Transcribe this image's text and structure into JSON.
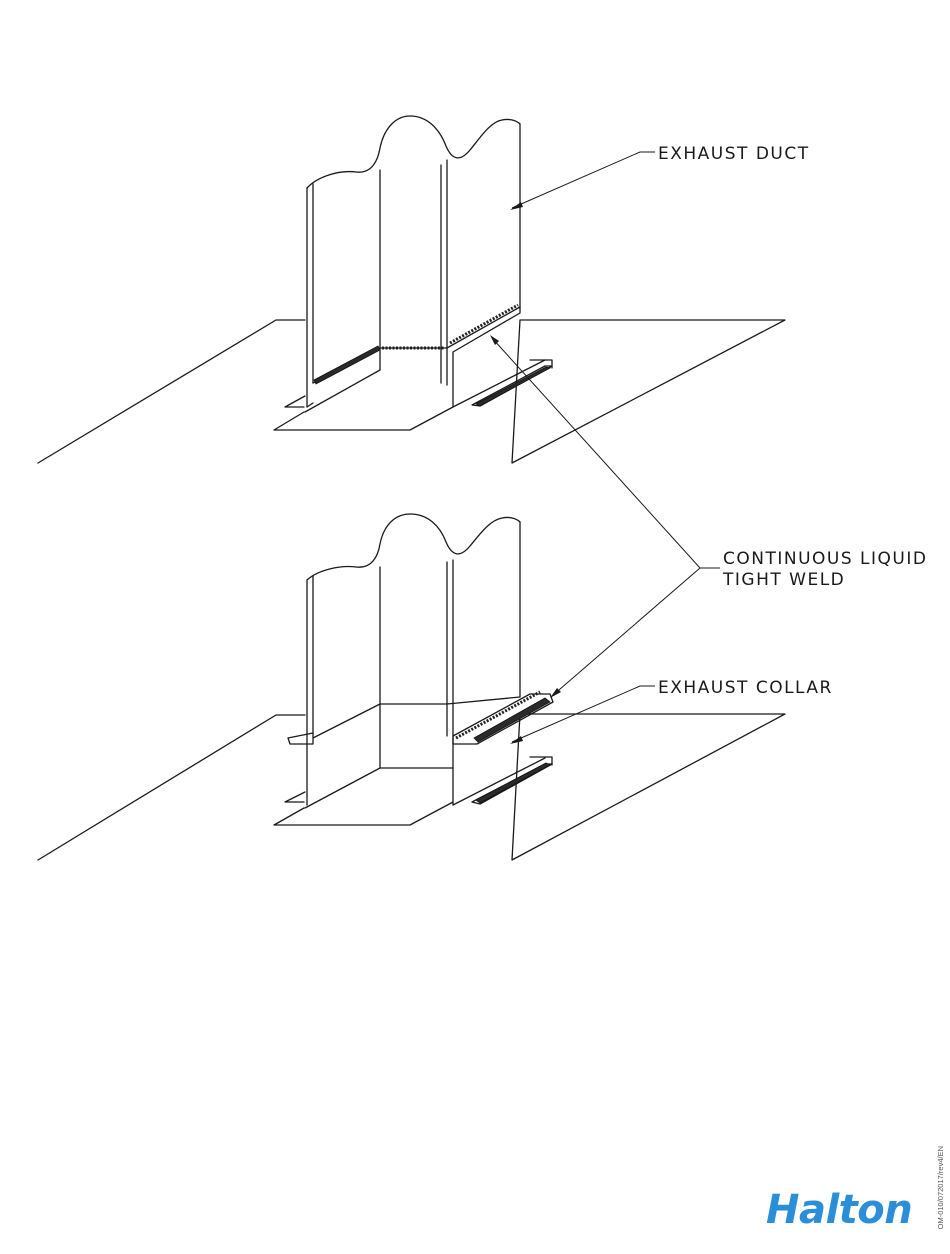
{
  "labels": {
    "exhaust_duct": "EXHAUST DUCT",
    "weld_line1": "CONTINUOUS LIQUID",
    "weld_line2": "TIGHT WELD",
    "exhaust_collar": "EXHAUST COLLAR"
  },
  "footer": {
    "doc_code": "OM-010/072017/rev4/EN",
    "brand": "Halton"
  },
  "colors": {
    "brand_blue": "#2a8ed8",
    "line": "#1a1a1a"
  }
}
